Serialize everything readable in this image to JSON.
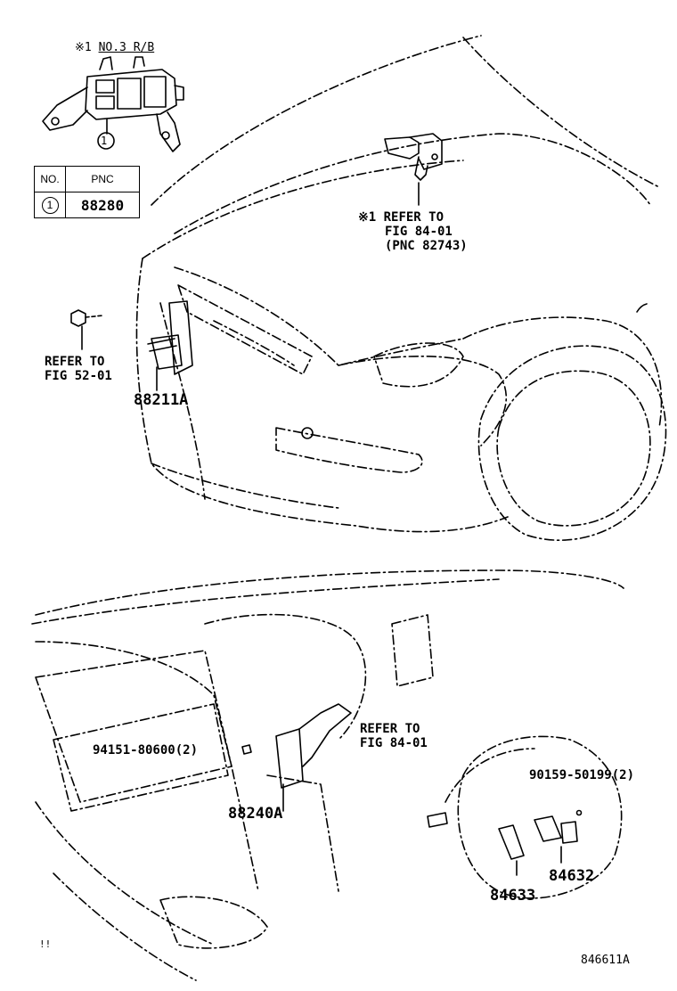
{
  "top_note": {
    "mark": "※1",
    "label": "NO.3 R/B"
  },
  "callout_one": "1",
  "pnc_table": {
    "headers": [
      "NO.",
      "PNC"
    ],
    "rows": [
      {
        "no": "1",
        "pnc": "88280"
      }
    ]
  },
  "labels": {
    "refer_fig_84_01_a": [
      "※1 REFER TO",
      "FIG 84-01",
      "(PNC 82743)"
    ],
    "refer_fig_52_01": [
      "REFER TO",
      "FIG 52-01"
    ],
    "part_88211a": "88211A",
    "part_94151": "94151-80600(2)",
    "refer_fig_84_01_b": [
      "REFER TO",
      "FIG 84-01"
    ],
    "part_88240a": "88240A",
    "part_90159": "90159-50199(2)",
    "part_84632": "84632",
    "part_84633": "84633",
    "corner_mark": "!!",
    "figure_id": "846611A"
  }
}
